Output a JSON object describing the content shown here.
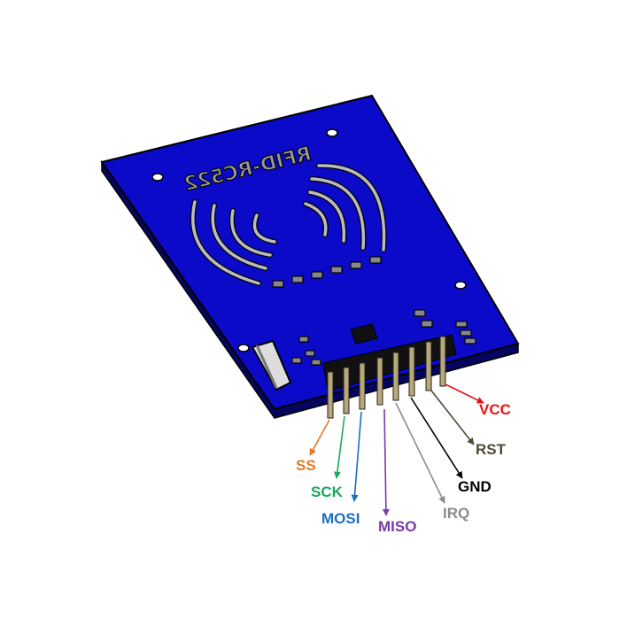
{
  "board": {
    "silkscreen_text": "RFID-RC522",
    "color": "#0a0ac8"
  },
  "pins": [
    {
      "label": "SS",
      "color": "#e87722"
    },
    {
      "label": "SCK",
      "color": "#1aab5a"
    },
    {
      "label": "MOSI",
      "color": "#1a6fc0"
    },
    {
      "label": "MISO",
      "color": "#7a3aa8"
    },
    {
      "label": "IRQ",
      "color": "#8c8c8c"
    },
    {
      "label": "GND",
      "color": "#000000"
    },
    {
      "label": "RST",
      "color": "#4d4a38"
    },
    {
      "label": "VCC",
      "color": "#e81414"
    }
  ]
}
